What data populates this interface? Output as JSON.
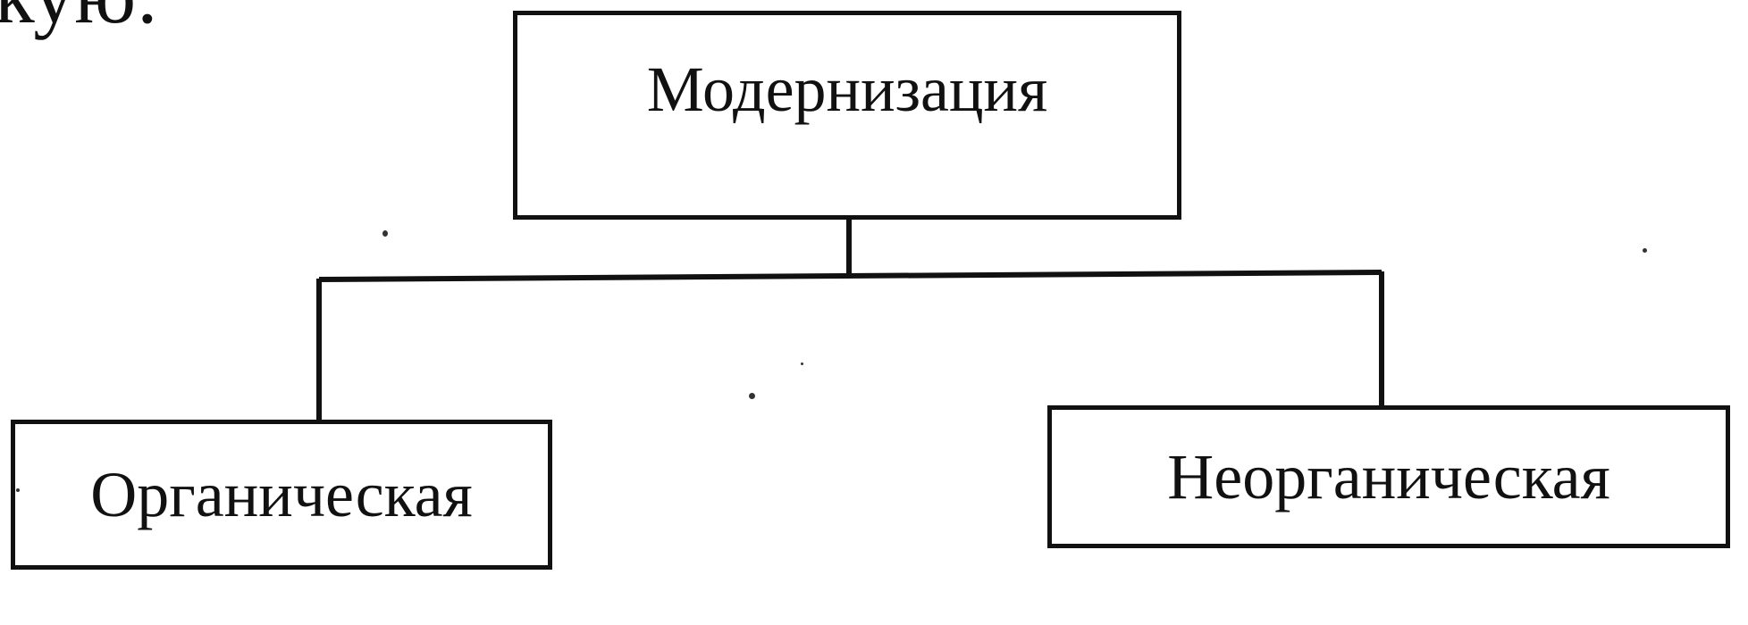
{
  "page_fragment": "кую:",
  "diagram": {
    "root": {
      "label": "Модернизация"
    },
    "children": [
      {
        "label": "Органическая"
      },
      {
        "label": "Неорганическая"
      }
    ]
  },
  "colors": {
    "ink": "#111111",
    "background": "#ffffff"
  }
}
